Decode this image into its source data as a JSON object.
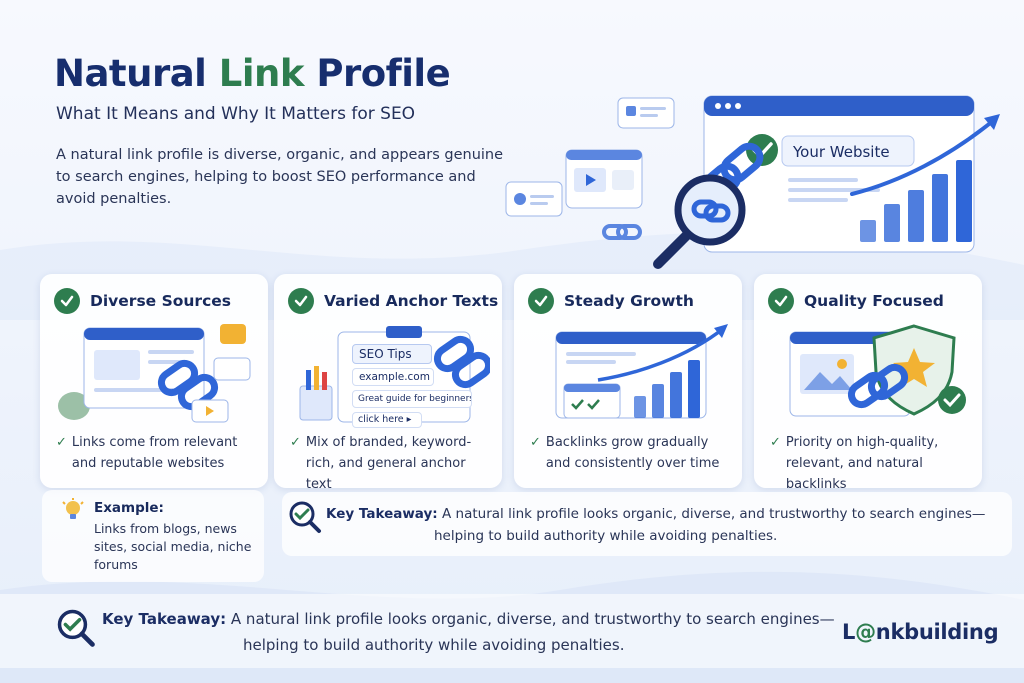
{
  "header": {
    "title_part1": "Natural ",
    "title_part2": "Link",
    "title_part3": " Profile",
    "subtitle": "What It Means and Why It Matters for SEO",
    "description": "A natural link profile is diverse, organic, and appears genuine to search engines, helping to boost SEO performance and avoid penalties."
  },
  "hero": {
    "website_label": "Your Website"
  },
  "cards": [
    {
      "title": "Diverse Sources",
      "description": "Links come from relevant and reputable websites"
    },
    {
      "title": "Varied Anchor Texts",
      "description": "Mix of branded, keyword-rich, and general anchor text"
    },
    {
      "title": "Steady Growth",
      "description": "Backlinks grow gradually and consistently over time"
    },
    {
      "title": "Quality Focused",
      "description": "Priority on high-quality, relevant, and natural backlinks"
    }
  ],
  "anchor_examples": {
    "line1": "SEO Tips",
    "line2": "example.com",
    "line3": "Great guide for beginners",
    "line4": "click here ▸"
  },
  "example": {
    "title": "Example:",
    "text": "Links from blogs, news sites, social media, niche forums"
  },
  "takeaway": {
    "label": "Key Takeaway:",
    "line1": "A natural link profile looks organic, diverse, and trustworthy to search engines—",
    "line2": "helping to build authority while avoiding penalties."
  },
  "brand": {
    "prefix": "L",
    "accent": "@",
    "suffix": "nkbuilding"
  },
  "colors": {
    "navy": "#172e6e",
    "green": "#2e7d4f",
    "blue": "#2f66d8",
    "light_blue": "#dfe8fb"
  }
}
